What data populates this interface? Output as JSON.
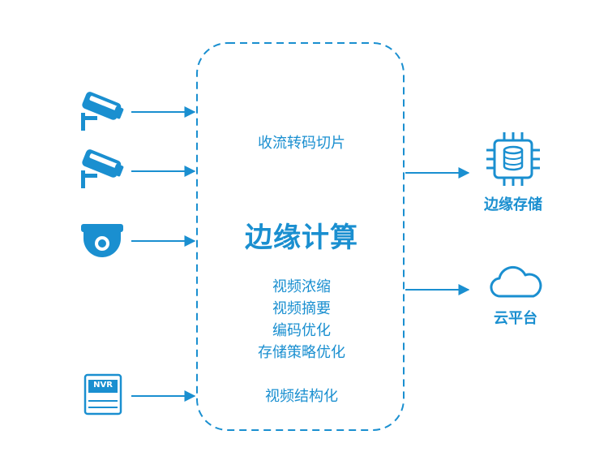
{
  "colors": {
    "primary": "#1a8fd0",
    "background": "#ffffff"
  },
  "edge_box": {
    "top_text": "收流转码切片",
    "title": "边缘计算",
    "features": [
      "视频浓缩",
      "视频摘要",
      "编码优化",
      "存储策略优化"
    ],
    "bottom_text": "视频结构化"
  },
  "inputs": [
    {
      "icon": "bullet-camera-icon"
    },
    {
      "icon": "bullet-camera-icon"
    },
    {
      "icon": "dome-camera-icon"
    },
    {
      "icon": "nvr-device-icon",
      "label": "NVR"
    }
  ],
  "outputs": [
    {
      "icon": "storage-chip-icon",
      "label": "边缘存储"
    },
    {
      "icon": "cloud-icon",
      "label": "云平台"
    }
  ]
}
